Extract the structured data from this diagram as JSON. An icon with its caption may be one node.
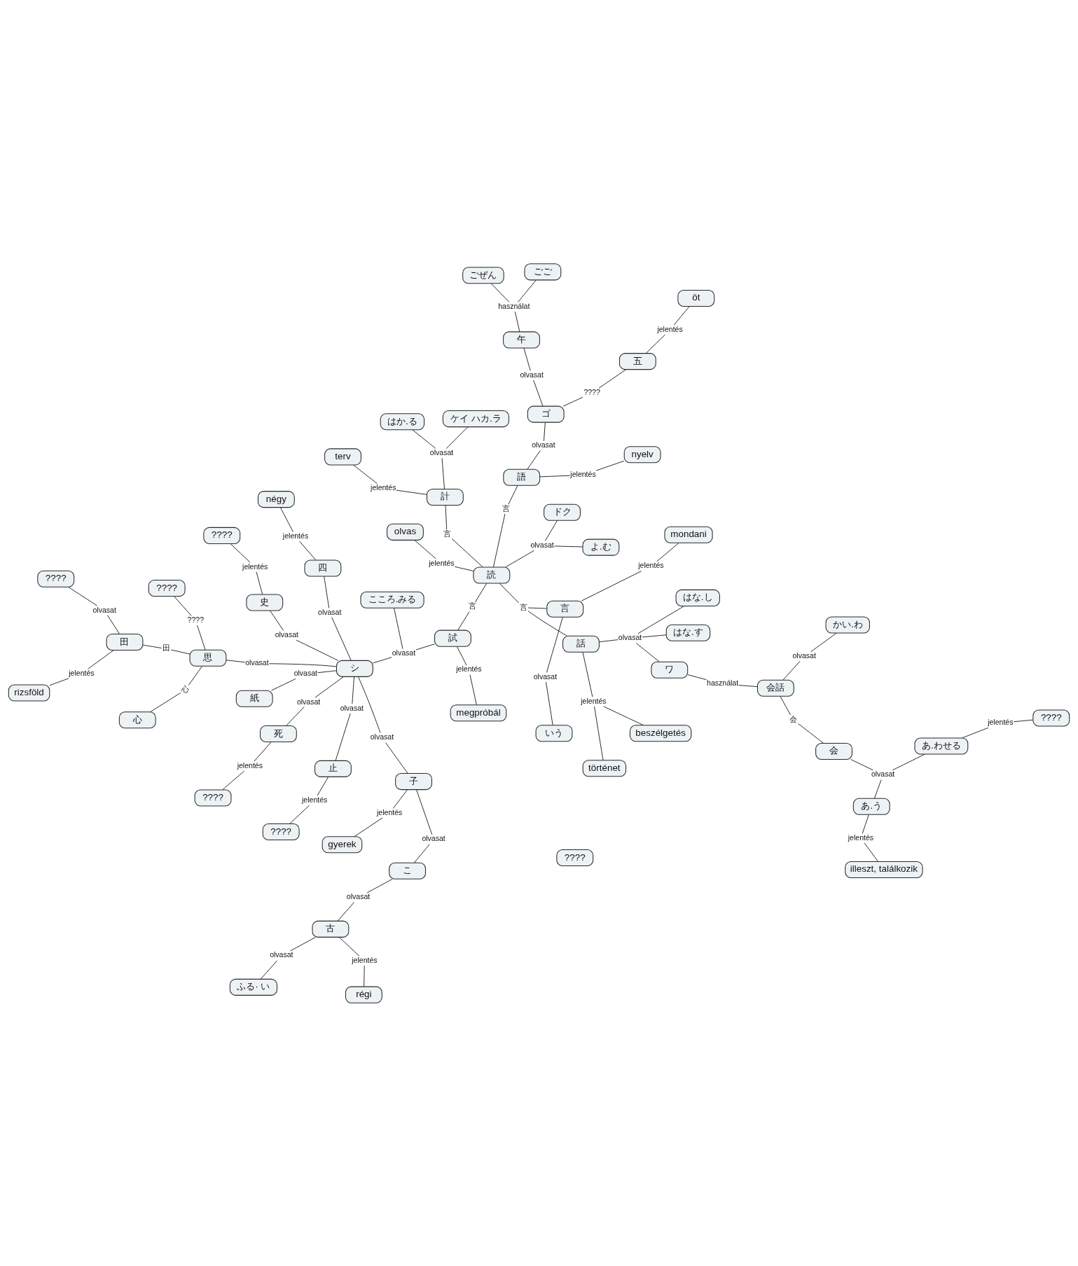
{
  "diagram": {
    "nodes": [
      {
        "text": [
          "rizsföld"
        ]
      },
      {
        "text": [
          "jelentés"
        ]
      },
      {
        "text": [
          "olvasat"
        ]
      },
      {
        "text": [
          "????"
        ]
      },
      {
        "text": [
          "olvasat"
        ]
      },
      {
        "text": [
          "????"
        ]
      },
      {
        "text": [
          "????"
        ]
      },
      {
        "text": [
          "心"
        ]
      },
      {
        "text": [
          "????"
        ]
      },
      {
        "text": [
          "jelentés"
        ]
      },
      {
        "text": [
          "jelentés"
        ]
      },
      {
        "text": [
          "????"
        ]
      },
      {
        "text": [
          "心"
        ]
      },
      {
        "text": [
          "öt"
        ]
      },
      {
        "text": [
          "あ.わせる"
        ]
      },
      {
        "text": [
          "止"
        ]
      },
      {
        "text": [
          "紙"
        ]
      },
      {
        "text": [
          "ごぜん"
        ]
      },
      {
        "text": [
          "思"
        ]
      },
      {
        "text": [
          "olvasat"
        ]
      },
      {
        "text": [
          "田"
        ]
      },
      {
        "text": [
          "田"
        ]
      },
      {
        "text": [
          "jelentés"
        ]
      },
      {
        "text": [
          "五"
        ]
      },
      {
        "text": [
          "használat"
        ]
      },
      {
        "text": [
          "午"
        ]
      },
      {
        "text": [
          "ごご"
        ]
      },
      {
        "text": [
          "jelentés"
        ]
      },
      {
        "text": [
          "????"
        ]
      },
      {
        "text": [
          "死"
        ]
      },
      {
        "text": [
          "olvasat"
        ]
      },
      {
        "text": [
          "olvasat"
        ]
      },
      {
        "text": [
          "olvasat"
        ]
      },
      {
        "text": [
          "olvasat"
        ]
      },
      {
        "text": [
          "????"
        ]
      },
      {
        "text": [
          "olvasat"
        ]
      },
      {
        "text": [
          "nyelv"
        ]
      },
      {
        "text": [
          "シ"
        ]
      },
      {
        "text": [
          "olvasat"
        ]
      },
      {
        "text": [
          "史"
        ]
      },
      {
        "text": [
          "jelentés"
        ]
      },
      {
        "text": [
          "????"
        ]
      },
      {
        "text": [
          "ゴ"
        ]
      },
      {
        "text": [
          "ドク"
        ]
      },
      {
        "text": [
          "よ.む"
        ]
      },
      {
        "text": [
          "olvasat"
        ]
      },
      {
        "text": [
          "olvasat"
        ]
      },
      {
        "text": [
          "jelentés"
        ]
      },
      {
        "text": [
          "olvas"
        ]
      },
      {
        "text": [
          "????"
        ]
      },
      {
        "text": [
          "megpróbál"
        ]
      },
      {
        "text": [
          "jelentés"
        ]
      },
      {
        "text": [
          "読"
        ]
      },
      {
        "text": [
          "言"
        ]
      },
      {
        "text": [
          "jelentés"
        ]
      },
      {
        "text": [
          "語"
        ]
      },
      {
        "text": [
          "言"
        ]
      },
      {
        "text": [
          "試"
        ]
      },
      {
        "text": [
          "olvasat"
        ]
      },
      {
        "text": [
          "olvasat"
        ]
      },
      {
        "text": [
          "こ"
        ]
      },
      {
        "text": [
          "olvasat"
        ]
      },
      {
        "text": [
          "mondani"
        ]
      },
      {
        "text": [
          "言"
        ]
      },
      {
        "text": [
          "olvasat"
        ]
      },
      {
        "text": [
          "olvasat"
        ]
      },
      {
        "text": [
          "こころ.みる"
        ]
      },
      {
        "text": [
          "子"
        ]
      },
      {
        "text": [
          "jelentés"
        ]
      },
      {
        "text": [
          "古"
        ]
      },
      {
        "text": [
          "言"
        ]
      },
      {
        "text": [
          "はか.る"
        ]
      },
      {
        "text": [
          "jelentés"
        ]
      },
      {
        "text": [
          "四"
        ]
      },
      {
        "text": [
          "計"
        ]
      },
      {
        "text": [
          "言"
        ]
      },
      {
        "text": [
          "jelentés"
        ]
      },
      {
        "text": [
          "olvasat"
        ]
      },
      {
        "text": [
          "olvasat"
        ]
      },
      {
        "text": [
          "gyerek"
        ]
      },
      {
        "text": [
          "olvasat"
        ]
      },
      {
        "text": [
          "jelentés"
        ]
      },
      {
        "text": [
          "いう"
        ]
      },
      {
        "text": [
          "jelentés"
        ]
      },
      {
        "text": [
          "ふる· い"
        ]
      },
      {
        "text": [
          "régi"
        ]
      },
      {
        "text": [
          "terv"
        ]
      },
      {
        "text": [
          "négy"
        ]
      },
      {
        "text": [
          "ケイ ハカ.ラ"
        ]
      },
      {
        "text": [
          "話"
        ]
      },
      {
        "text": [
          "jelentés"
        ]
      },
      {
        "text": [
          "ワ"
        ]
      },
      {
        "text": [
          "beszélgetés"
        ]
      },
      {
        "text": [
          "használat"
        ]
      },
      {
        "text": [
          "はな.し"
        ]
      },
      {
        "text": [
          "történet"
        ]
      },
      {
        "text": [
          "はな.す"
        ]
      },
      {
        "text": [
          "会話"
        ]
      },
      {
        "text": [
          "会"
        ]
      },
      {
        "text": [
          "olvasat"
        ]
      },
      {
        "text": [
          "会"
        ]
      },
      {
        "text": [
          "かい.わ"
        ]
      },
      {
        "text": [
          "あ.う"
        ]
      },
      {
        "text": [
          "jelentés"
        ]
      },
      {
        "text": [
          "illeszt, találkozik"
        ]
      }
    ],
    "edges": [
      {
        "from": 21,
        "to": 1,
        "arrow": "none"
      },
      {
        "from": 1,
        "to": 0,
        "arrow": "none"
      },
      {
        "from": 21,
        "to": 2,
        "arrow": "none"
      },
      {
        "from": 2,
        "to": 3,
        "arrow": "none"
      },
      {
        "from": 89,
        "to": 4,
        "arrow": "none"
      },
      {
        "from": 4,
        "to": 94,
        "arrow": "none"
      },
      {
        "from": 4,
        "to": 96,
        "arrow": "none"
      },
      {
        "from": 4,
        "to": 91,
        "arrow": "none"
      },
      {
        "from": 15,
        "to": 9,
        "arrow": "none"
      },
      {
        "from": 9,
        "to": 5,
        "arrow": "none"
      },
      {
        "from": 18,
        "to": 11,
        "arrow": "none"
      },
      {
        "from": 11,
        "to": 6,
        "arrow": "none"
      },
      {
        "from": 18,
        "to": 12,
        "arrow": "none"
      },
      {
        "from": 12,
        "to": 7,
        "arrow": "none"
      },
      {
        "from": 14,
        "to": 10,
        "arrow": "none"
      },
      {
        "from": 10,
        "to": 8,
        "arrow": "none"
      },
      {
        "from": 18,
        "to": 20,
        "arrow": "none"
      },
      {
        "from": 20,
        "to": 21,
        "arrow": "none"
      },
      {
        "from": 23,
        "to": 22,
        "arrow": "none"
      },
      {
        "from": 22,
        "to": 13,
        "arrow": "none"
      },
      {
        "from": 25,
        "to": 24,
        "arrow": "none"
      },
      {
        "from": 24,
        "to": 17,
        "arrow": "none"
      },
      {
        "from": 24,
        "to": 26,
        "arrow": "none"
      },
      {
        "from": 100,
        "to": 19,
        "arrow": "none"
      },
      {
        "from": 19,
        "to": 14,
        "arrow": "none"
      },
      {
        "from": 19,
        "to": 102,
        "arrow": "none"
      },
      {
        "from": 29,
        "to": 27,
        "arrow": "none"
      },
      {
        "from": 27,
        "to": 28,
        "arrow": "none"
      },
      {
        "from": 18,
        "to": 30,
        "arrow": "none"
      },
      {
        "from": 30,
        "to": 37,
        "arrow": "none"
      },
      {
        "from": 15,
        "to": 31,
        "arrow": "none"
      },
      {
        "from": 31,
        "to": 37,
        "arrow": "none"
      },
      {
        "from": 16,
        "to": 32,
        "arrow": "none"
      },
      {
        "from": 32,
        "to": 37,
        "arrow": "none"
      },
      {
        "from": 42,
        "to": 33,
        "arrow": "none"
      },
      {
        "from": 33,
        "to": 25,
        "arrow": "none"
      },
      {
        "from": 23,
        "to": 34,
        "arrow": "none"
      },
      {
        "from": 34,
        "to": 42,
        "arrow": "none"
      },
      {
        "from": 29,
        "to": 35,
        "arrow": "none"
      },
      {
        "from": 35,
        "to": 37,
        "arrow": "none"
      },
      {
        "from": 39,
        "to": 38,
        "arrow": "none"
      },
      {
        "from": 38,
        "to": 37,
        "arrow": "none"
      },
      {
        "from": 39,
        "to": 40,
        "arrow": "none"
      },
      {
        "from": 40,
        "to": 41,
        "arrow": "none"
      },
      {
        "from": 52,
        "to": 45,
        "arrow": "none"
      },
      {
        "from": 45,
        "to": 43,
        "arrow": "none"
      },
      {
        "from": 45,
        "to": 44,
        "arrow": "none"
      },
      {
        "from": 55,
        "to": 46,
        "arrow": "none"
      },
      {
        "from": 46,
        "to": 42,
        "arrow": "none"
      },
      {
        "from": 55,
        "to": 47,
        "arrow": "none"
      },
      {
        "from": 47,
        "to": 36,
        "arrow": "none"
      },
      {
        "from": 52,
        "to": 51,
        "arrow": "none"
      },
      {
        "from": 51,
        "to": 48,
        "arrow": "none"
      },
      {
        "from": 55,
        "to": 53,
        "arrow": "none"
      },
      {
        "from": 53,
        "to": 52,
        "arrow": "none"
      },
      {
        "from": 57,
        "to": 54,
        "arrow": "none"
      },
      {
        "from": 54,
        "to": 50,
        "arrow": "none"
      },
      {
        "from": 52,
        "to": 56,
        "arrow": "none"
      },
      {
        "from": 56,
        "to": 57,
        "arrow": "none"
      },
      {
        "from": 57,
        "to": 58,
        "arrow": "none"
      },
      {
        "from": 58,
        "to": 66,
        "arrow": "none"
      },
      {
        "from": 58,
        "to": 37,
        "arrow": "none"
      },
      {
        "from": 67,
        "to": 59,
        "arrow": "none"
      },
      {
        "from": 59,
        "to": 37,
        "arrow": "none"
      },
      {
        "from": 67,
        "to": 61,
        "arrow": "none"
      },
      {
        "from": 61,
        "to": 60,
        "arrow": "none"
      },
      {
        "from": 69,
        "to": 65,
        "arrow": "none"
      },
      {
        "from": 65,
        "to": 60,
        "arrow": "none"
      },
      {
        "from": 52,
        "to": 63,
        "arrow": "none"
      },
      {
        "from": 63,
        "to": 74,
        "arrow": "none"
      },
      {
        "from": 73,
        "to": 64,
        "arrow": "none"
      },
      {
        "from": 64,
        "to": 37,
        "arrow": "none"
      },
      {
        "from": 70,
        "to": 68,
        "arrow": "none"
      },
      {
        "from": 68,
        "to": 62,
        "arrow": "none"
      },
      {
        "from": 67,
        "to": 72,
        "arrow": "none"
      },
      {
        "from": 72,
        "to": 79,
        "arrow": "none"
      },
      {
        "from": 74,
        "to": 80,
        "arrow": "none"
      },
      {
        "from": 80,
        "to": 71,
        "arrow": "none"
      },
      {
        "from": 80,
        "to": 88,
        "arrow": "none"
      },
      {
        "from": 74,
        "to": 81,
        "arrow": "none"
      },
      {
        "from": 81,
        "to": 86,
        "arrow": "none"
      },
      {
        "from": 69,
        "to": 76,
        "arrow": "none"
      },
      {
        "from": 76,
        "to": 85,
        "arrow": "none"
      },
      {
        "from": 69,
        "to": 77,
        "arrow": "none"
      },
      {
        "from": 77,
        "to": 84,
        "arrow": "none"
      },
      {
        "from": 70,
        "to": 78,
        "arrow": "none"
      },
      {
        "from": 78,
        "to": 82,
        "arrow": "none"
      },
      {
        "from": 73,
        "to": 83,
        "arrow": "none"
      },
      {
        "from": 83,
        "to": 87,
        "arrow": "none"
      },
      {
        "from": 70,
        "to": 75,
        "arrow": "none"
      },
      {
        "from": 75,
        "to": 52,
        "arrow": "none"
      },
      {
        "from": 75,
        "to": 89,
        "arrow": "none"
      },
      {
        "from": 89,
        "to": 90,
        "arrow": "none"
      },
      {
        "from": 90,
        "to": 92,
        "arrow": "none"
      },
      {
        "from": 90,
        "to": 95,
        "arrow": "none"
      },
      {
        "from": 91,
        "to": 93,
        "arrow": "none"
      },
      {
        "from": 93,
        "to": 97,
        "arrow": "none"
      },
      {
        "from": 97,
        "to": 99,
        "arrow": "none"
      },
      {
        "from": 99,
        "to": 101,
        "arrow": "none"
      },
      {
        "from": 97,
        "to": 98,
        "arrow": "none"
      },
      {
        "from": 98,
        "to": 100,
        "arrow": "none"
      },
      {
        "from": 102,
        "to": 103,
        "arrow": "none"
      },
      {
        "from": 103,
        "to": 104,
        "arrow": "none"
      }
    ]
  }
}
